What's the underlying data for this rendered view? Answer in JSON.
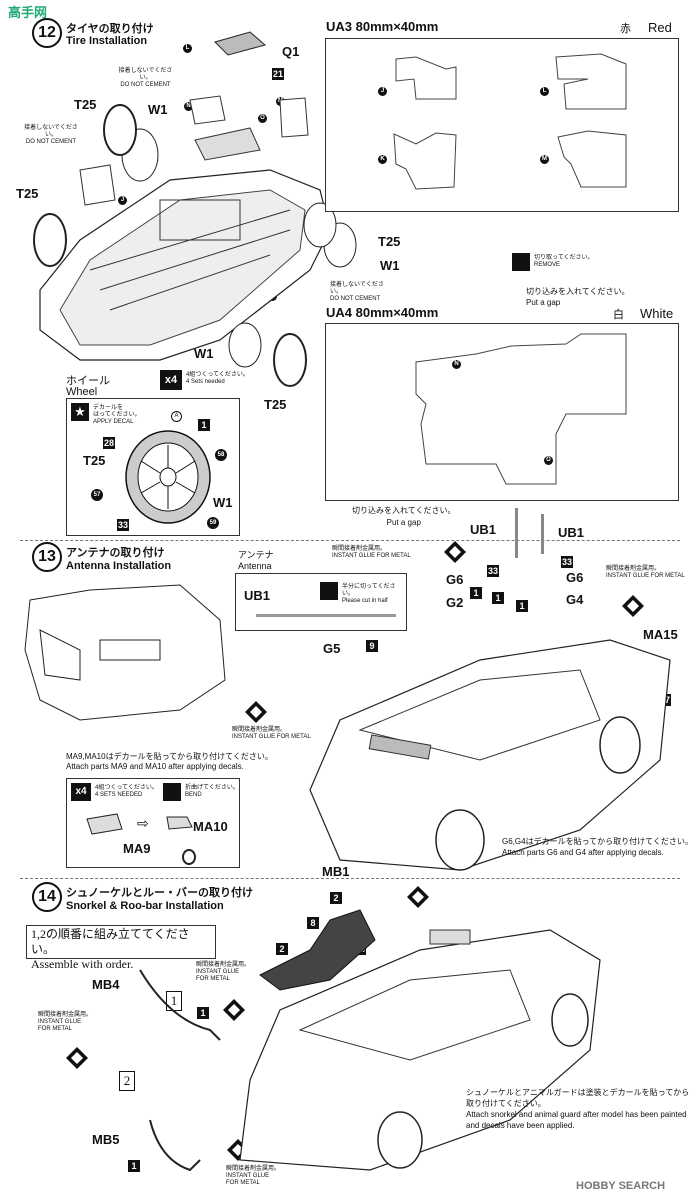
{
  "watermark_top": "高手网",
  "step12": {
    "num": "12",
    "title_jp": "タイヤの取り付け",
    "title_en": "Tire Installation",
    "q1": "Q1",
    "q1_num": "21",
    "t25": "T25",
    "w1": "W1",
    "no_cement_jp": "接着しないでください。",
    "no_cement_en": "DO NOT CEMENT",
    "wheel_jp": "ホイール",
    "wheel_en": "Wheel",
    "x4": "x4",
    "sets_jp": "4組つくってください。",
    "sets_en": "4 Sets needed",
    "decal_jp": "デカールを\nはってください。",
    "decal_en": "APPLY DECAL",
    "callouts": {
      "a": "A",
      "n1": "1",
      "n28": "28",
      "n58": "58",
      "n57": "57",
      "n59": "59",
      "n33": "33"
    },
    "letters": {
      "l": "L",
      "n": "N",
      "m": "M",
      "o": "O",
      "j": "J",
      "k": "K"
    }
  },
  "ua3": {
    "title": "UA3  80mm×40mm",
    "color_jp": "赤",
    "color_en": "Red",
    "letters": [
      "J",
      "L",
      "K",
      "M"
    ]
  },
  "remove": {
    "jp": "切り取ってください。",
    "en": "REMOVE"
  },
  "gap_top": {
    "jp": "切り込みを入れてください。",
    "en": "Put a gap"
  },
  "ua4": {
    "title": "UA4  80mm×40mm",
    "color_jp": "白",
    "color_en": "White",
    "letters": [
      "N",
      "O"
    ]
  },
  "gap_bottom": {
    "jp": "切り込みを入れてください。",
    "en": "Put a gap"
  },
  "step13": {
    "num": "13",
    "title_jp": "アンテナの取り付け",
    "title_en": "Antenna Installation",
    "antenna_jp": "アンテナ",
    "antenna_en": "Antenna",
    "ub1": "UB1",
    "cut_jp": "半分に切ってください。",
    "cut_en": "Please cut in half",
    "glue_jp": "瞬間接着剤金属用。",
    "glue_en": "INSTANT GLUE FOR METAL",
    "parts": {
      "ub1": "UB1",
      "g6": "G6",
      "g2": "G2",
      "g4": "G4",
      "g5": "G5",
      "ma15": "MA15",
      "n33": "33",
      "n1": "1",
      "n9": "9",
      "n47": "47"
    },
    "ma_note_jp": "MA9,MA10はデカールを貼ってから取り付けてください。",
    "ma_note_en": "Attach parts MA9 and MA10 after applying decals.",
    "x4": "x4",
    "sets_jp": "4組つくってください。",
    "sets_en": "4 SETS NEEDED",
    "bend_jp": "折曲げてください。",
    "bend_en": "BEND",
    "ma9": "MA9",
    "ma10": "MA10",
    "g_note_jp": "G6,G4はデカールを貼ってから取り付けてください。",
    "g_note_en": "Attach parts G6 and G4 after applying decals."
  },
  "step14": {
    "num": "14",
    "title_jp": "シュノーケルとルー・バーの取り付け",
    "title_en": "Snorkel & Roo-bar Installation",
    "order_jp": "1,2の順番に組み立ててください。",
    "order_en": "Assemble with order.",
    "parts": {
      "mb1": "MB1",
      "mb4": "MB4",
      "mb5": "MB5",
      "n8": "8",
      "n2": "2",
      "n33": "33",
      "n1": "1"
    },
    "order1": "1",
    "order2": "2",
    "glue_jp": "瞬間接着剤金属用。",
    "glue_en": "INSTANT GLUE\nFOR METAL",
    "note_jp": "シュノーケルとアニマルガードは塗装とデカールを貼ってから取り付けてください。",
    "note_en": "Attach snorkel and animal guard after model has been painted and decals have been applied."
  },
  "watermark_bottom": "HOBBY SEARCH"
}
